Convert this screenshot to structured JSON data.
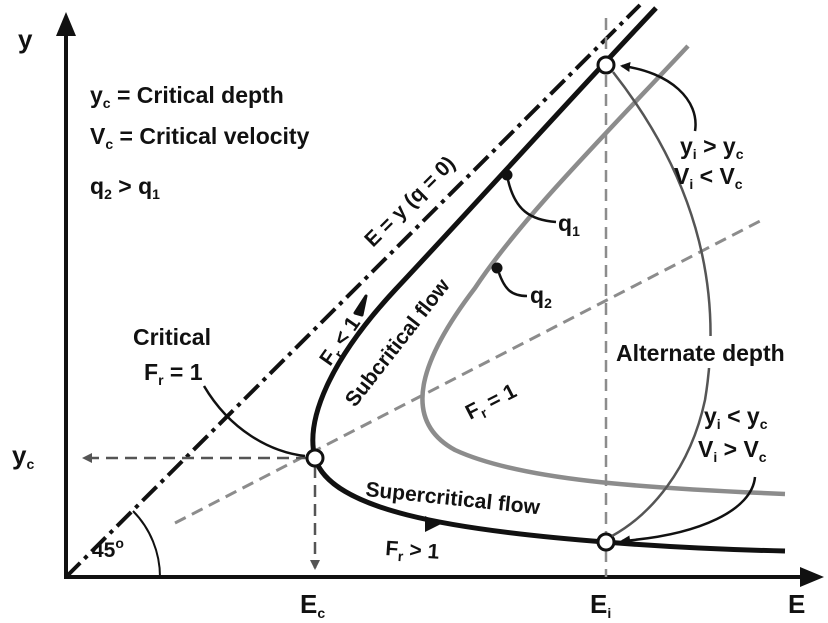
{
  "axes": {
    "y_label": "y",
    "x_label": "E",
    "yc_label": "y",
    "yc_sub": "c",
    "ec_label": "E",
    "ec_sub": "c",
    "ei_label": "E",
    "ei_sub": "i"
  },
  "legend": {
    "yc_def_main": "y",
    "yc_def_sub": "c",
    "yc_def_text": " = Critical depth",
    "vc_def_main": "V",
    "vc_def_sub": "c",
    "vc_def_text": " = Critical velocity",
    "q_cmp_a": "q",
    "q_cmp_a_sub": "2",
    "q_cmp_op": " > q",
    "q_cmp_b_sub": "1"
  },
  "labels": {
    "diag_line": "E = y (q = 0)",
    "angle": "45",
    "angle_unit": "o",
    "critical": "Critical",
    "critical_fr_main": "F",
    "critical_fr_sub": "r",
    "critical_fr_val": " = 1",
    "subcritical": "Subcritical flow",
    "sub_fr_main": "F",
    "sub_fr_sub": "r",
    "sub_fr_val": " < 1",
    "supercritical": "Supercritical flow",
    "super_fr_main": "F",
    "super_fr_sub": "r",
    "super_fr_val": " > 1",
    "fr1_main": "F",
    "fr1_sub": "r",
    "fr1_val": " = 1",
    "q1_main": "q",
    "q1_sub": "1",
    "q2_main": "q",
    "q2_sub": "2",
    "alternate_depth": "Alternate depth",
    "upper_y_main": "y",
    "upper_y_sub": "i",
    "upper_y_op": " > y",
    "upper_y_sub2": "c",
    "upper_v_main": "V",
    "upper_v_sub": "i",
    "upper_v_op": " < V",
    "upper_v_sub2": "c",
    "lower_y_main": "y",
    "lower_y_sub": "i",
    "lower_y_op": " < y",
    "lower_y_sub2": "c",
    "lower_v_main": "V",
    "lower_v_sub": "i",
    "lower_v_op": " > V",
    "lower_v_sub2": "c"
  },
  "colors": {
    "axis": "#111111",
    "curve_q1": "#111111",
    "curve_q2": "#8c8c8c",
    "guide": "#8c8c8c",
    "arrow_dark": "#555555"
  }
}
